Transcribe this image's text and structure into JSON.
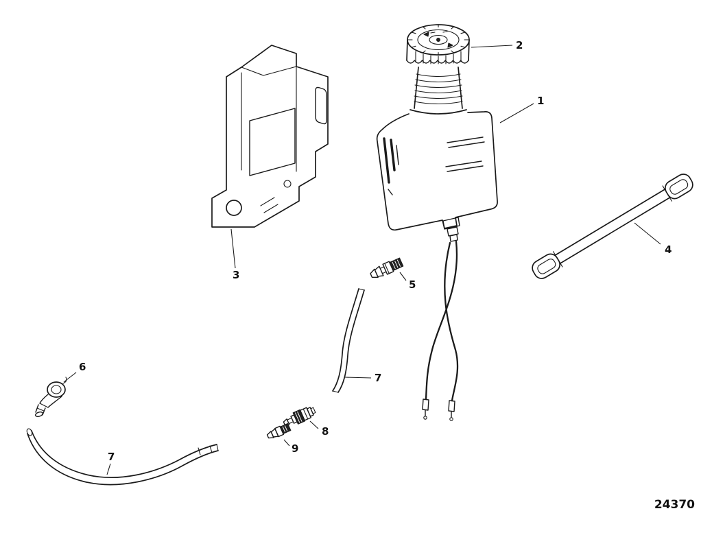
{
  "figure": {
    "drawing_number": "24370",
    "colors": {
      "line": "#1a1a1a",
      "background": "#ffffff"
    },
    "callouts": [
      {
        "label": "1"
      },
      {
        "label": "2"
      },
      {
        "label": "3"
      },
      {
        "label": "4"
      },
      {
        "label": "5"
      },
      {
        "label": "6"
      },
      {
        "label": "7"
      },
      {
        "label": "7"
      },
      {
        "label": "8"
      },
      {
        "label": "9"
      }
    ]
  }
}
